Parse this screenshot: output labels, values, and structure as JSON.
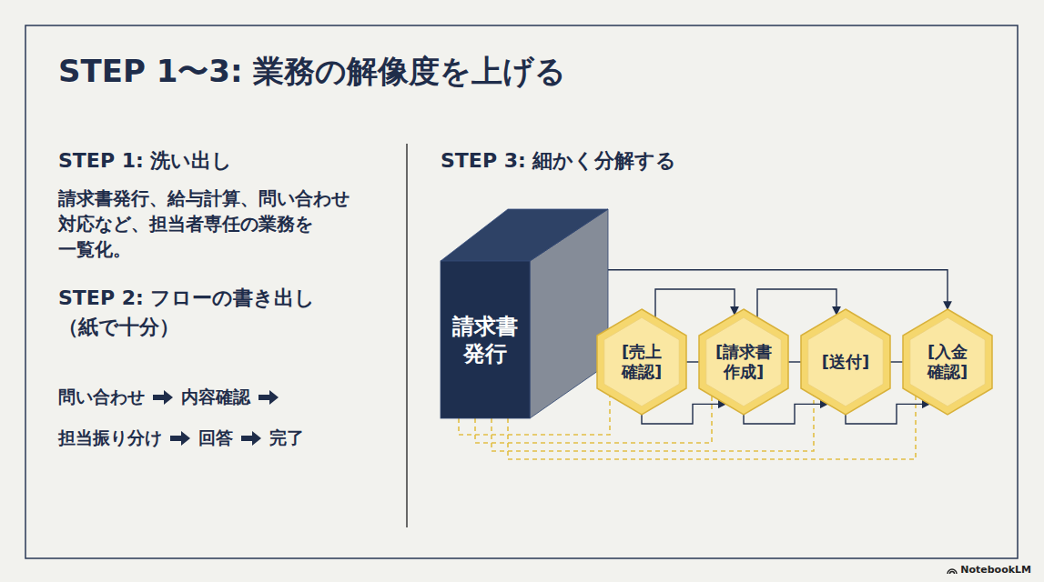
{
  "diagram": {
    "title": "STEP 1〜3: 業務の解像度を上げる",
    "nodes": [
      {
        "text": [
          "請求書 発行"
        ]
      },
      {
        "text": [
          "[売上 確認]"
        ]
      },
      {
        "text": [
          "[請求書 作成]"
        ]
      },
      {
        "text": [
          "[送付]"
        ]
      },
      {
        "text": [
          "[入金 確認]"
        ]
      }
    ],
    "edges": [
      {
        "from": 0,
        "to": 1,
        "arrow": "none"
      },
      {
        "from": 0,
        "to": 2,
        "arrow": "none"
      },
      {
        "from": 0,
        "to": 3,
        "arrow": "none"
      },
      {
        "from": 0,
        "to": 4,
        "arrow": "none"
      },
      {
        "from": 1,
        "to": 2,
        "arrow": "none"
      },
      {
        "from": 2,
        "to": 3,
        "arrow": "none"
      },
      {
        "from": 3,
        "to": 4,
        "arrow": "none"
      },
      {
        "from": 0,
        "to": 4,
        "arrow": "to"
      },
      {
        "from": 1,
        "to": 2,
        "arrow": "to"
      },
      {
        "from": 2,
        "to": 3,
        "arrow": "to"
      },
      {
        "from": 1,
        "to": 2,
        "arrow": "to"
      },
      {
        "from": 2,
        "to": 3,
        "arrow": "to"
      },
      {
        "from": 3,
        "to": 4,
        "arrow": "to"
      }
    ],
    "labels": [
      "STEP 1: 洗い出し",
      "請求書発行、給与計算、問い合わせ 対応など、担当者専任の業務を 一覧化。",
      "STEP 2: フローの書き出し（紙で十分）",
      "問い合わせ",
      "内容確認",
      "担当振り分け",
      "回答",
      "完了",
      "STEP 3: 細かく分解する",
      "NotebookLM"
    ]
  }
}
